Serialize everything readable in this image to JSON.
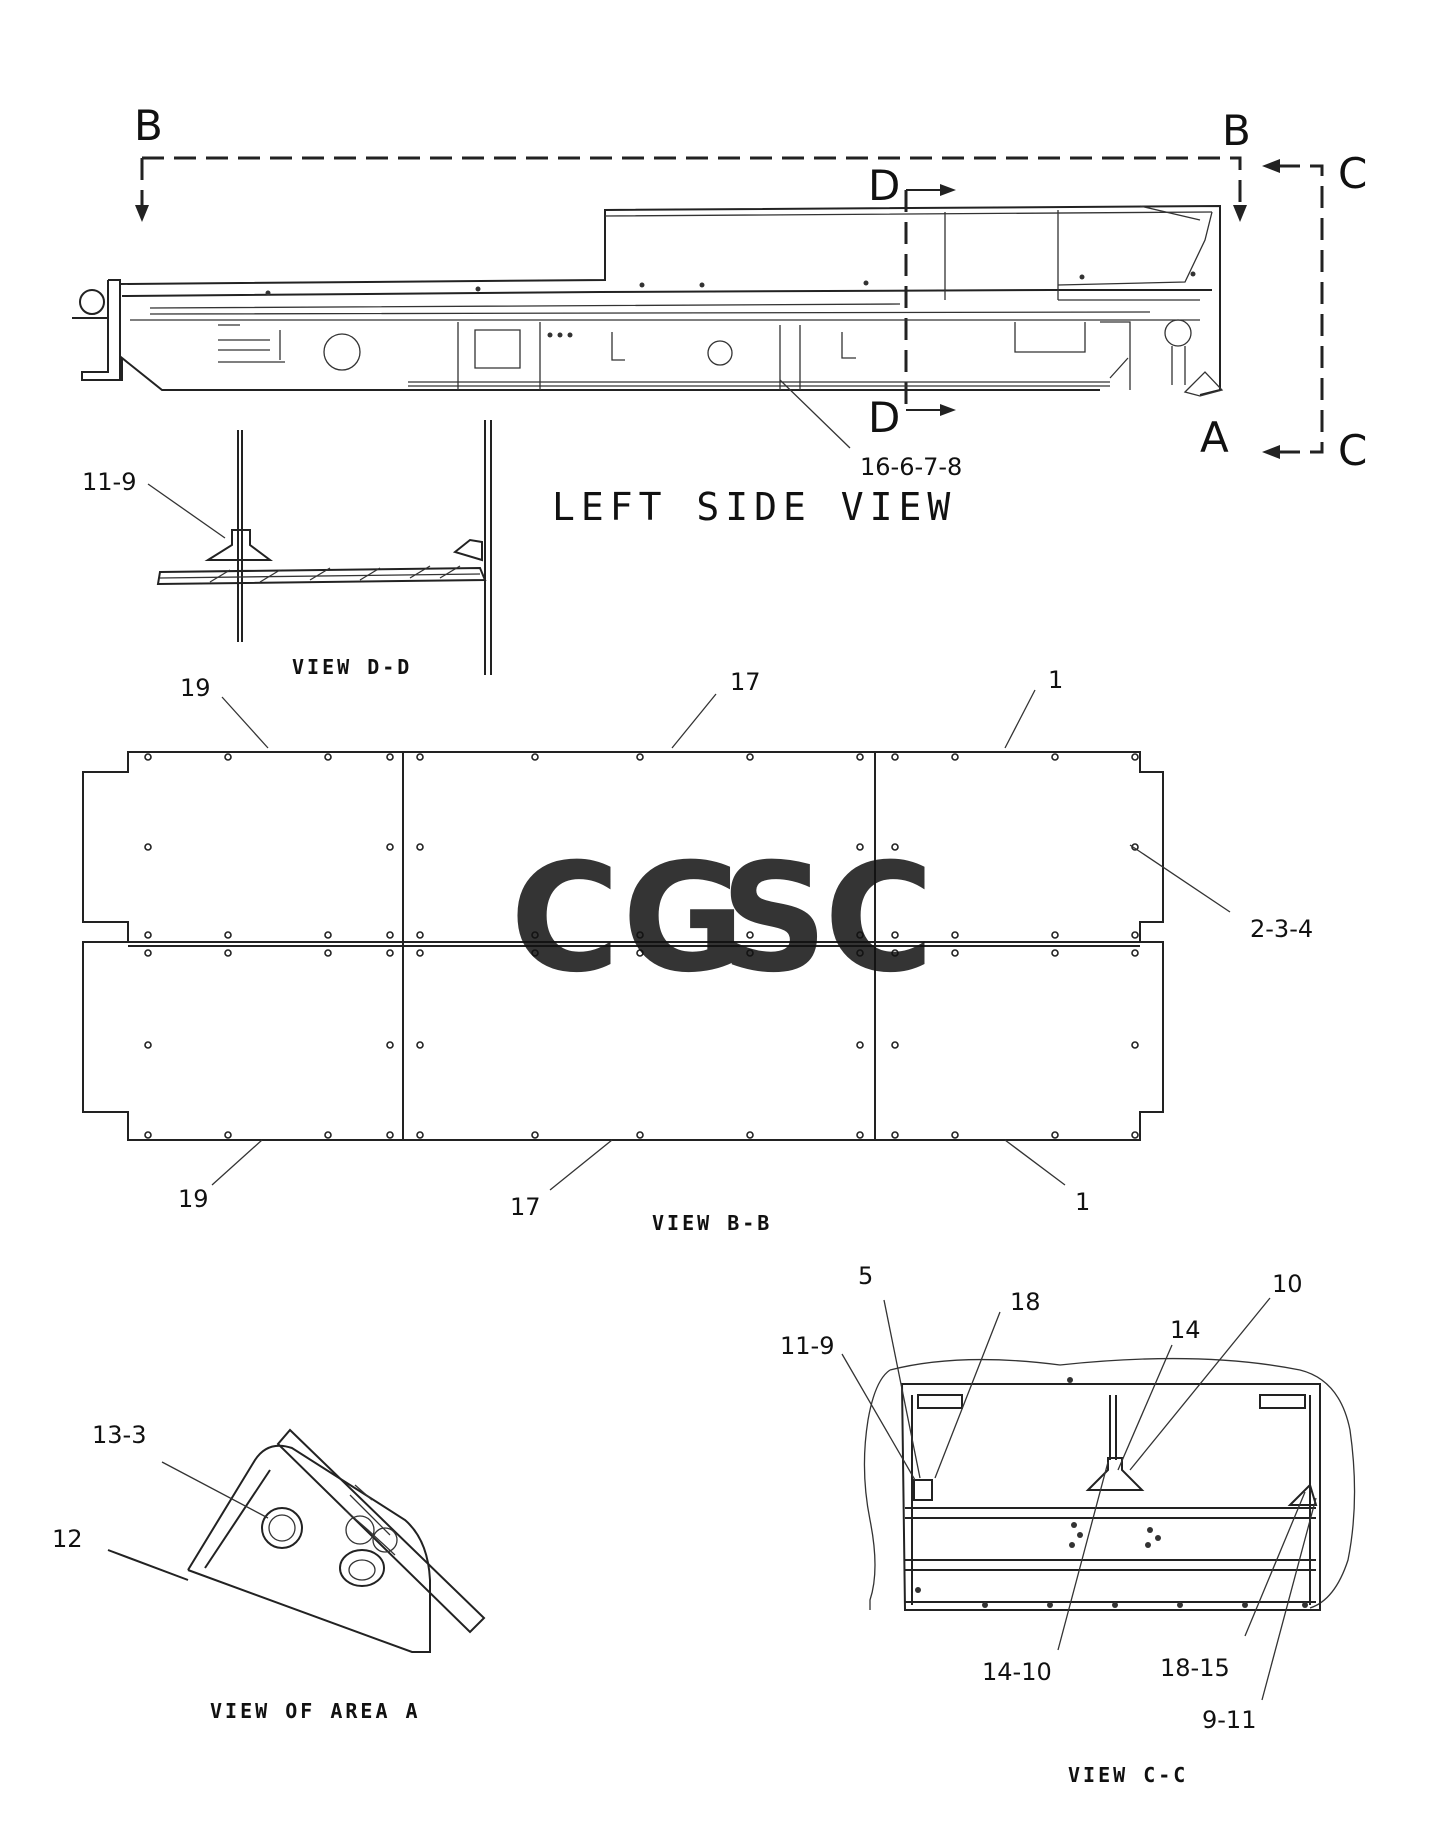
{
  "views": {
    "left_side": "LEFT SIDE VIEW",
    "view_dd": "VIEW D-D",
    "view_bb": "VIEW B-B",
    "view_area_a": "VIEW OF AREA A",
    "view_cc": "VIEW C-C"
  },
  "section_letters": {
    "b_left": "B",
    "b_right": "B",
    "c_top": "C",
    "c_bottom": "C",
    "d_top": "D",
    "d_bottom": "D",
    "a": "A"
  },
  "callouts": {
    "left_side": [
      "16-6-7-8"
    ],
    "view_dd": [
      "11-9"
    ],
    "view_bb": [
      "19",
      "17",
      "1",
      "2-3-4",
      "19",
      "17",
      "1"
    ],
    "view_area_a": [
      "13-3",
      "12"
    ],
    "view_cc": [
      "5",
      "18",
      "10",
      "11-9",
      "14",
      "14-10",
      "18-15",
      "9-11"
    ]
  },
  "watermark": {
    "letters": [
      "C",
      "G",
      "S",
      "C"
    ],
    "colors": [
      "#4f8ef7",
      "#f07f6f",
      "#f9cf3f",
      "#3aa770"
    ]
  }
}
